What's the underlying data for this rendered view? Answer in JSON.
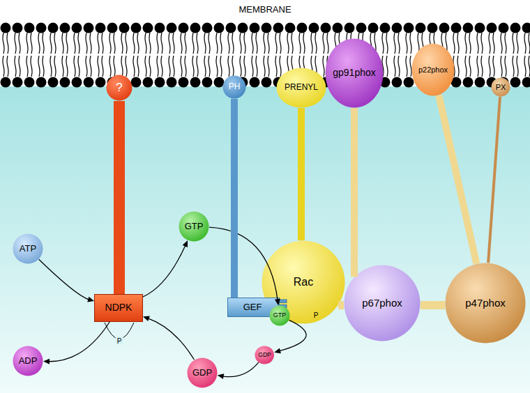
{
  "diagram": {
    "nodes": [
      {
        "text": [
          "?"
        ]
      },
      {
        "text": [
          "PH"
        ]
      },
      {
        "text": [
          "PRENYL"
        ]
      },
      {
        "text": [
          "gp91phox"
        ]
      },
      {
        "text": [
          "p22phox"
        ]
      },
      {
        "text": [
          "PX"
        ]
      },
      {
        "text": [
          "GTP"
        ]
      },
      {
        "text": [
          "ATP"
        ]
      },
      {
        "text": [
          "Rac"
        ]
      },
      {
        "text": [
          "GEF"
        ]
      },
      {
        "text": [
          "GTP"
        ]
      },
      {
        "text": [
          "p67phox"
        ]
      },
      {
        "text": [
          "p47phox"
        ]
      },
      {
        "text": [
          "NDPK"
        ]
      },
      {
        "text": [
          "GDP"
        ]
      },
      {
        "text": [
          "ADP"
        ]
      },
      {
        "text": [
          "GDP"
        ]
      }
    ],
    "edges": [
      {
        "from": 7,
        "to": 13,
        "arrow": "to"
      },
      {
        "from": 13,
        "to": 15,
        "arrow": "to"
      },
      {
        "from": 13,
        "to": 6,
        "arrow": "to"
      },
      {
        "from": 6,
        "to": 10,
        "arrow": "to"
      },
      {
        "from": 10,
        "to": 14,
        "arrow": "to"
      },
      {
        "from": 14,
        "to": 16,
        "arrow": "to"
      },
      {
        "from": 16,
        "to": 13,
        "arrow": "to"
      },
      {
        "from": 0,
        "to": 13,
        "arrow": "none"
      },
      {
        "from": 1,
        "to": 9,
        "arrow": "none"
      },
      {
        "from": 2,
        "to": 8,
        "arrow": "none"
      },
      {
        "from": 3,
        "to": 11,
        "arrow": "none"
      },
      {
        "from": 4,
        "to": 12,
        "arrow": "none"
      },
      {
        "from": 5,
        "to": 12,
        "arrow": "none"
      },
      {
        "from": 8,
        "to": 11,
        "arrow": "none"
      },
      {
        "from": 11,
        "to": 12,
        "arrow": "none"
      }
    ],
    "labels": [
      "MEMBRANE",
      "P",
      "P"
    ]
  }
}
